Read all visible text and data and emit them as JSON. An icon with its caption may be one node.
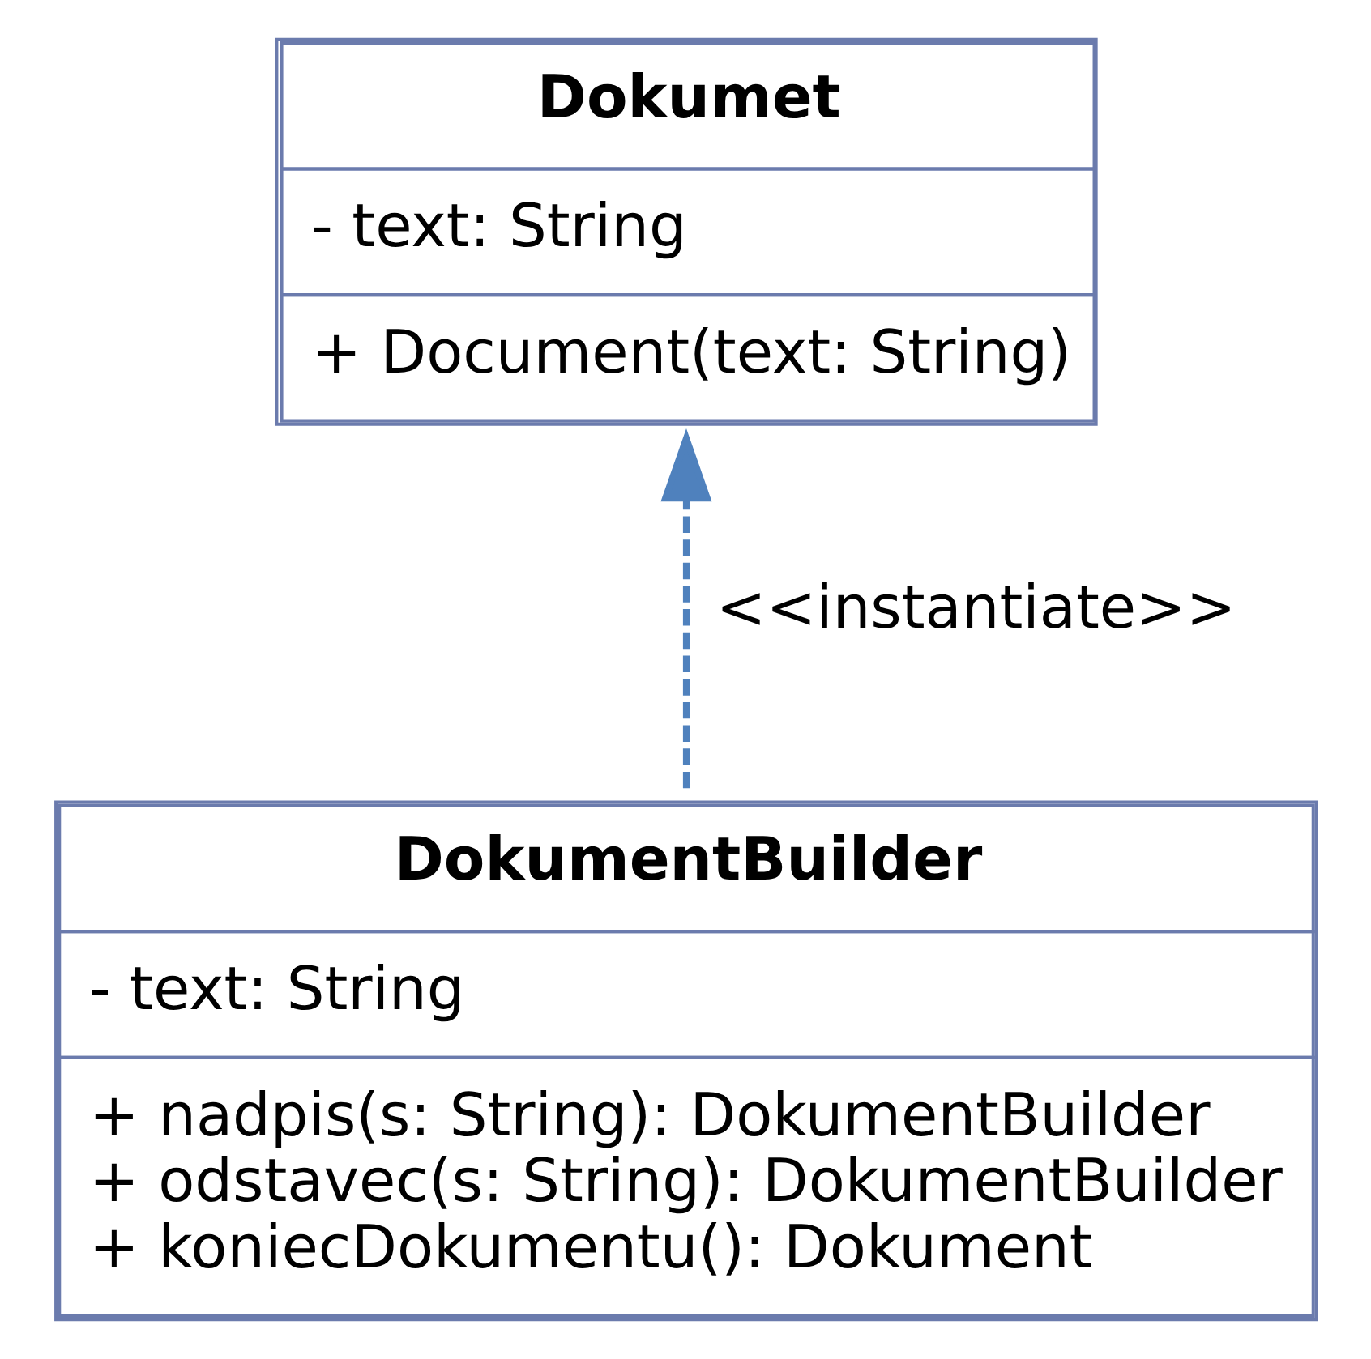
{
  "diagram": {
    "nodes": [
      {
        "text": [
          "Dokumet",
          "- text: String",
          "+ Document(text: String)"
        ]
      },
      {
        "text": [
          "DokumentBuilder",
          "- text: String",
          "+ nadpis(s: String): DokumentBuilder",
          "+ odstavec(s: String): DokumentBuilder",
          "+ koniecDokumentu(): Dokument"
        ]
      }
    ],
    "edges": [
      {
        "from": 1,
        "to": 0,
        "arrow": "to",
        "label": "<<instantiate>>",
        "style": "dashed"
      }
    ]
  }
}
